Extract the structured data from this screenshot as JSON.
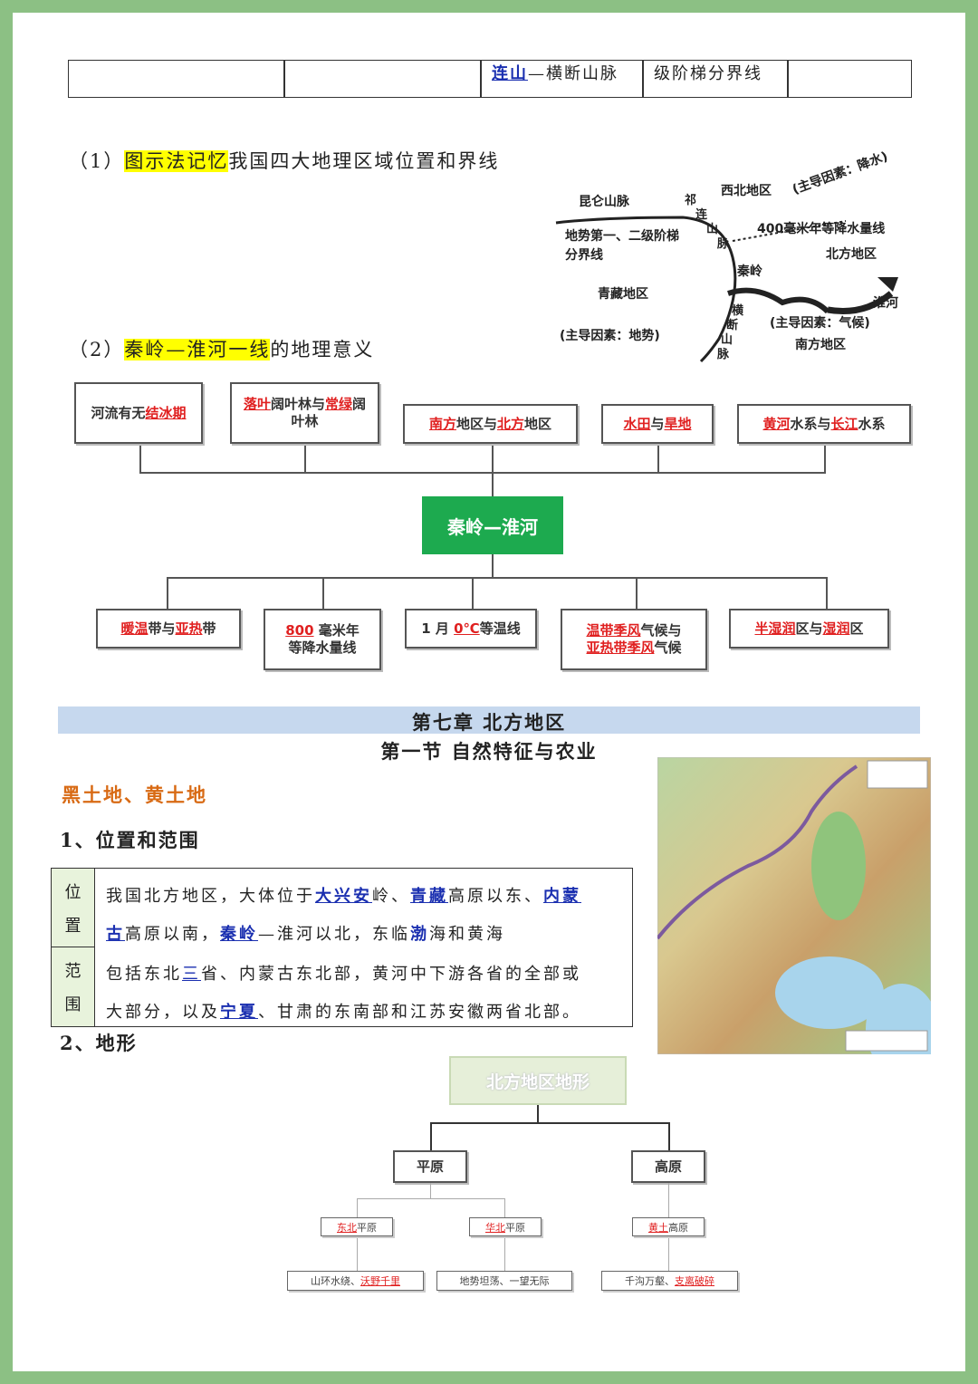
{
  "top_table": {
    "mountain_red": "连山",
    "mountain_rest": "—横断山脉",
    "divider": "级阶梯分界线"
  },
  "section1": {
    "num": "（1）",
    "highlight": "图示法记忆",
    "rest": "我国四大地理区域位置和界线"
  },
  "section2": {
    "num": "（2）",
    "highlight": "秦岭—淮河一线",
    "rest": "的地理意义"
  },
  "sketch": {
    "kunlun": "昆仑山脉",
    "qilian": [
      "祁",
      "连",
      "山",
      "脉"
    ],
    "northwest": "西北地区",
    "factor_rain": "(主导因素：降水)",
    "isohyet": "400毫米年等降水量线",
    "step_line": "地势第一、二级阶梯",
    "step_line2": "分界线",
    "north": "北方地区",
    "qinling": "秦岭",
    "qingzang": "青藏地区",
    "huaihe": "淮河",
    "hengduan": [
      "横",
      "断",
      "山",
      "脉"
    ],
    "factor_climate": "(主导因素：气候)",
    "factor_terrain": "(主导因素：地势)",
    "south": "南方地区"
  },
  "tree1": {
    "center": "秦岭—淮河",
    "top": [
      {
        "red": "结冰",
        "pre": "河流有无",
        "post": "期"
      },
      {
        "red1": "落叶",
        "mid1": "阔叶林与",
        "red2": "常绿",
        "mid2": "阔叶林"
      },
      {
        "red1": "南方",
        "mid1": "地区与",
        "red2": "北方",
        "mid2": "地区"
      },
      {
        "red1": "水田",
        "mid1": "与",
        "red2": "旱地",
        "mid2": ""
      },
      {
        "red1": "黄河",
        "mid1": "水系与",
        "red2": "长江",
        "mid2": "水系"
      }
    ],
    "bottom": [
      {
        "red1": "暖温",
        "mid1": "带与",
        "red2": "亚热",
        "mid2": "带"
      },
      {
        "red1": "800",
        "mid1": " 毫米年",
        "line2": "等降水量线"
      },
      {
        "red1": "0℃",
        "pre": "1 月 ",
        "mid1": "等温线"
      },
      {
        "red1": "温带季风",
        "mid1": "气候与",
        "red2": "亚热带季风",
        "mid2": "气候"
      },
      {
        "red1": "半湿润",
        "mid1": "区与",
        "red2": "湿润",
        "mid2": "区"
      }
    ]
  },
  "chapter": {
    "title": "第七章  北方地区",
    "section": "第一节  自然特征与农业"
  },
  "heading_orange": "黑土地、黄土地",
  "h_position": "1、位置和范围",
  "h_terrain": "2、地形",
  "info": {
    "pos_label": [
      "位",
      "置"
    ],
    "range_label": [
      "范",
      "围"
    ],
    "pos_line1": {
      "a": "我国北方地区，大体位于",
      "b": "大兴安",
      "c": "岭、",
      "d": "青藏",
      "e": "高原以东、",
      "f": "内蒙"
    },
    "pos_line2": {
      "a": "古",
      "b": "高原以南，",
      "c": "秦岭",
      "d": "—淮河以北，东临",
      "e": "渤",
      "f": "海和黄海"
    },
    "range_line1": {
      "a": "包括东北",
      "b": "三",
      "c": "省、内蒙古东北部，黄河中下游各省的全部或"
    },
    "range_line2": {
      "a": "大部分，以及",
      "b": "宁夏",
      "c": "、甘肃的东南部和江苏安徽两省北部。"
    }
  },
  "terrain_tree": {
    "root": "北方地区地形",
    "plain": "平原",
    "plateau": "高原",
    "dongbei": {
      "red": "东北",
      "rest": "平原"
    },
    "huabei": {
      "red": "华北",
      "rest": "平原"
    },
    "huangtu": {
      "red": "黄土",
      "rest": "高原"
    },
    "d1": {
      "a": "山环水绕、",
      "b": "沃野千里"
    },
    "d2": {
      "a": "地势坦荡、一望无际"
    },
    "d3": {
      "a": "千沟万壑、",
      "b": "支离破碎"
    }
  },
  "colors": {
    "green": "#1daa4f",
    "red": "#e02020",
    "blue": "#1a2fb0",
    "band": "#c6d8ee"
  }
}
